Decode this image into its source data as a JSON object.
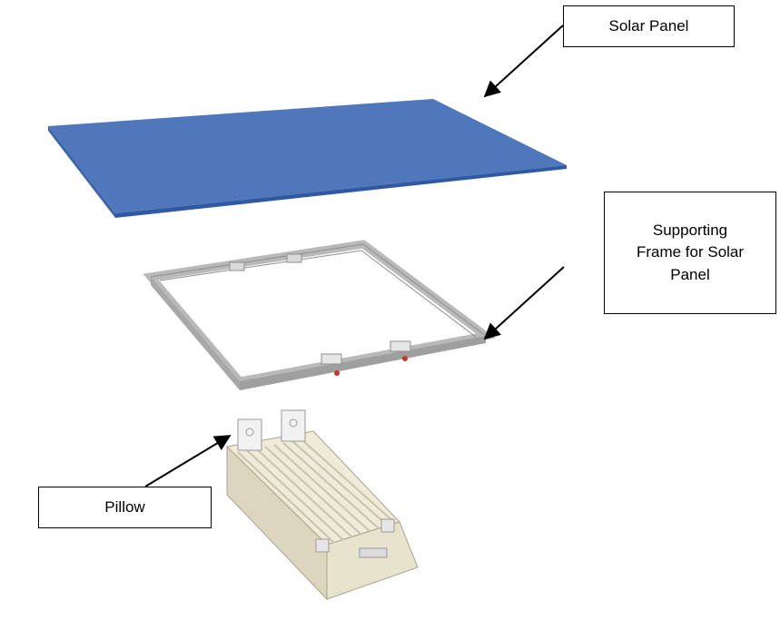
{
  "labels": {
    "solar_panel": "Solar Panel",
    "supporting_frame": "Supporting\nFrame for Solar\nPanel",
    "pillow": "Pillow"
  },
  "colors": {
    "panel_top": "#5077bc",
    "panel_edge": "#3a64ac",
    "frame": "#b9b9b9",
    "frame_dark": "#8e8e8e",
    "pillow_body": "#efebd8",
    "pillow_shadow": "#c9c3ad",
    "arrow": "#000000"
  }
}
